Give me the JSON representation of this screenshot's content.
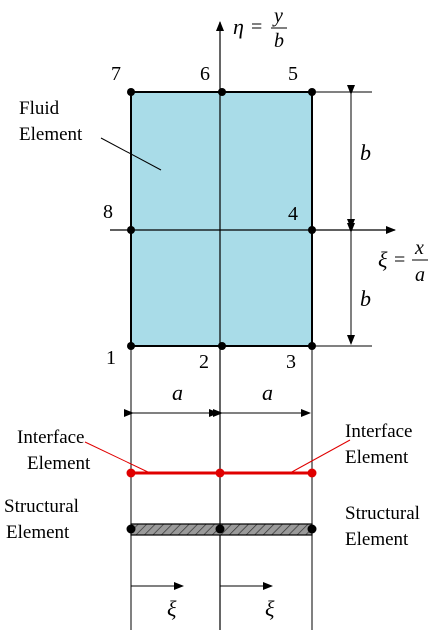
{
  "nodes": [
    "1",
    "2",
    "3",
    "4",
    "5",
    "6",
    "7",
    "8"
  ],
  "labels": {
    "fluid_line1": "Fluid",
    "fluid_line2": "Element",
    "interface_line1": "Interface",
    "interface_line2": "Element",
    "structural_line1": "Structural",
    "structural_line2": "Element"
  },
  "axes": {
    "eta_symbol": "η",
    "eta_eq": "=",
    "eta_num": "y",
    "eta_den": "b",
    "xi_symbol": "ξ",
    "xi_eq": "=",
    "xi_num": "x",
    "xi_den": "a"
  },
  "dimensions": {
    "half_width": "a",
    "half_height": "b"
  },
  "local_axis_label": "ξ",
  "colors": {
    "fluid_fill": "#a9dce8",
    "interface": "#e00000",
    "structural_fill": "#8c8c8c",
    "line": "#000000"
  }
}
